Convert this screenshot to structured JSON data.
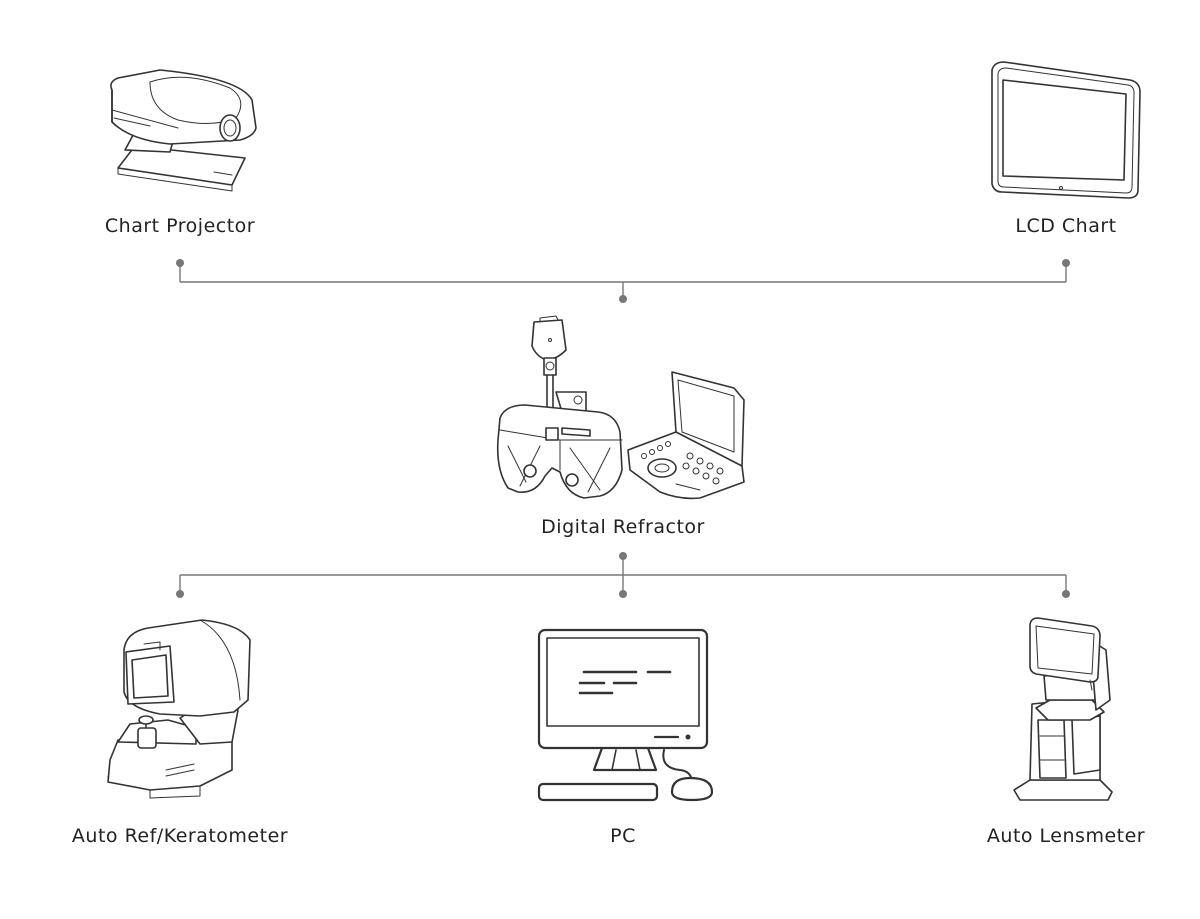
{
  "diagram": {
    "nodes": [
      {
        "id": "chart-projector",
        "label": "Chart Projector",
        "icon": "chart-projector-icon"
      },
      {
        "id": "lcd-chart",
        "label": "LCD Chart",
        "icon": "lcd-chart-icon"
      },
      {
        "id": "digital-refractor",
        "label": "Digital Refractor",
        "icon": "digital-refractor-icon"
      },
      {
        "id": "auto-ref-keratometer",
        "label": "Auto Ref/Keratometer",
        "icon": "auto-ref-keratometer-icon"
      },
      {
        "id": "pc",
        "label": "PC",
        "icon": "pc-icon"
      },
      {
        "id": "auto-lensmeter",
        "label": "Auto Lensmeter",
        "icon": "auto-lensmeter-icon"
      }
    ],
    "edges": [
      {
        "from": "chart-projector",
        "to": "digital-refractor"
      },
      {
        "from": "lcd-chart",
        "to": "digital-refractor"
      },
      {
        "from": "digital-refractor",
        "to": "auto-ref-keratometer"
      },
      {
        "from": "digital-refractor",
        "to": "pc"
      },
      {
        "from": "digital-refractor",
        "to": "auto-lensmeter"
      }
    ],
    "colors": {
      "line": "#777777",
      "stroke": "#333333",
      "text": "#222222",
      "background": "#ffffff"
    }
  }
}
